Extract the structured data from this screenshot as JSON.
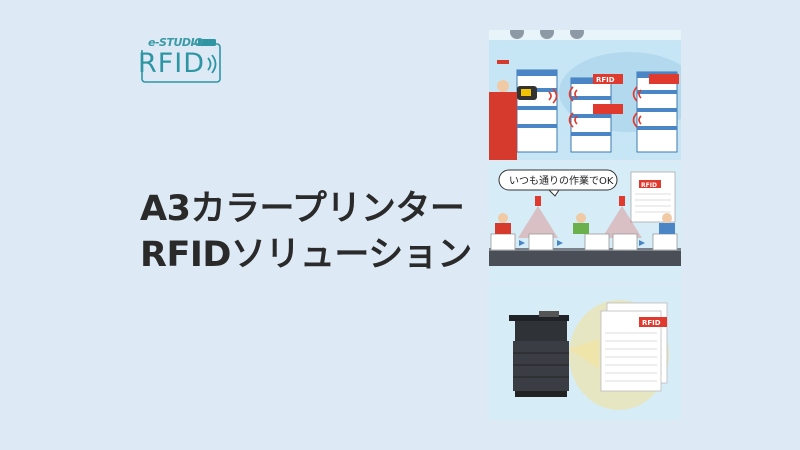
{
  "logo": {
    "brand_text": "e-STUDIO",
    "product_text": "RFID"
  },
  "headline": {
    "line1": "A3カラープリンター",
    "line2": "RFIDソリューション"
  },
  "illustrations": {
    "warehouse": {
      "tag_label": "RFID"
    },
    "conveyor": {
      "speech_bubble": "いつも通りの作業でOK",
      "tag_label": "RFID"
    },
    "printer": {
      "tag_label": "RFID"
    }
  },
  "colors": {
    "background": "#ddeaf5",
    "accent_red": "#e03a2f",
    "logo_teal": "#2e95a3",
    "panel_blue": "#bde1f3"
  }
}
